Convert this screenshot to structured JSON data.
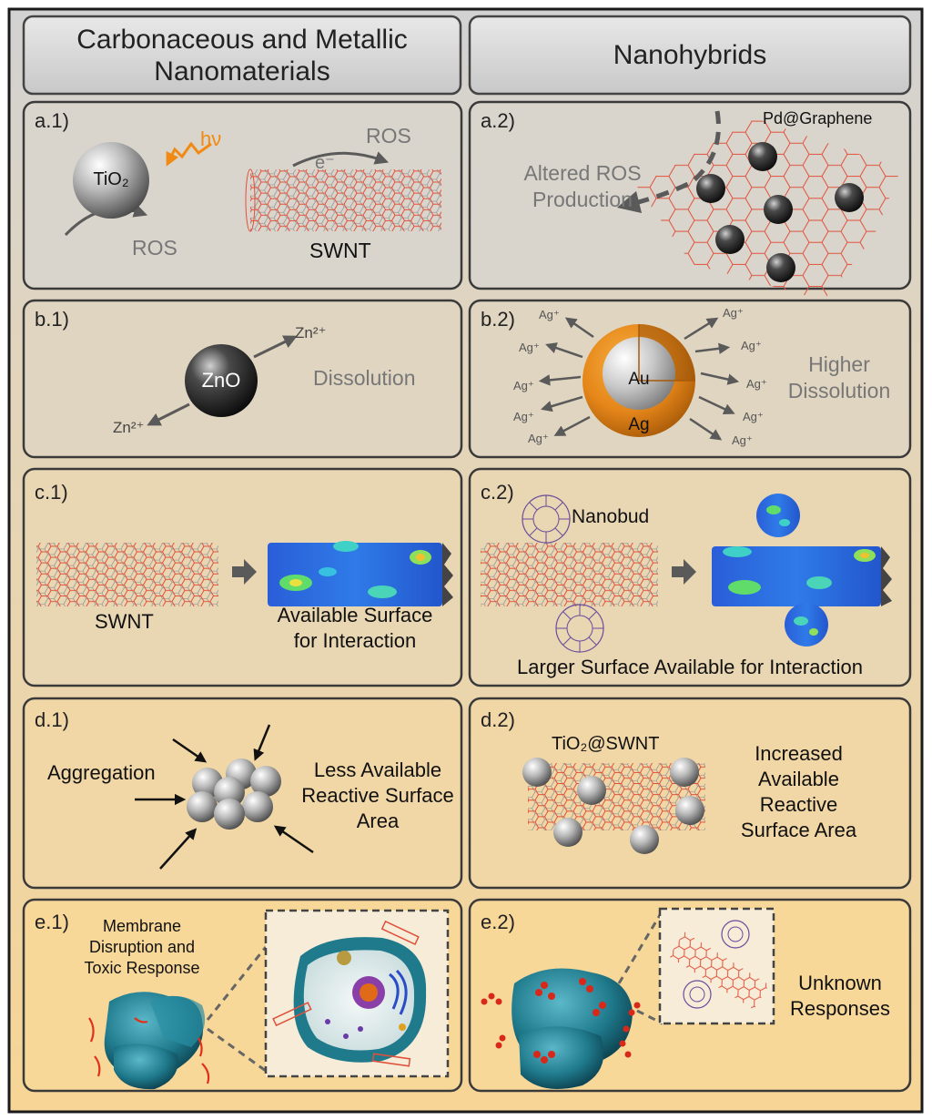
{
  "headers": {
    "left": "Carbonaceous and Metallic Nanomaterials",
    "right": "Nanohybrids"
  },
  "panels": {
    "a1": {
      "tag": "a.1)",
      "particle": "TiO₂",
      "photon": "hν",
      "electron": "e⁻",
      "ros_top": "ROS",
      "ros_bottom": "ROS",
      "tube": "SWNT"
    },
    "a2": {
      "tag": "a.2)",
      "material": "Pd@Graphene",
      "text": "Altered ROS Production"
    },
    "b1": {
      "tag": "b.1)",
      "particle": "ZnO",
      "ion_top": "Zn²⁺",
      "ion_bottom": "Zn²⁺",
      "text": "Dissolution"
    },
    "b2": {
      "tag": "b.2)",
      "core": "Au",
      "shell": "Ag",
      "ion": "Ag⁺",
      "text": "Higher Dissolution"
    },
    "c1": {
      "tag": "c.1)",
      "tube": "SWNT",
      "text": "Available Surface for Interaction"
    },
    "c2": {
      "tag": "c.2)",
      "material": "Nanobud",
      "text": "Larger Surface Available for Interaction"
    },
    "d1": {
      "tag": "d.1)",
      "left_text": "Aggregation",
      "right_text": "Less Available Reactive Surface Area"
    },
    "d2": {
      "tag": "d.2)",
      "material": "TiO₂@SWNT",
      "text": "Increased Available Reactive Surface Area"
    },
    "e1": {
      "tag": "e.1)",
      "text": "Membrane Disruption and Toxic Response"
    },
    "e2": {
      "tag": "e.2)",
      "text": "Unknown Responses"
    }
  },
  "colors": {
    "tube": "#e0503a",
    "fullerene": "#6a4c9c",
    "shell": "#e88a1e",
    "cell": "#1f7a8c",
    "photon": "#f08a12",
    "arrow": "#5a5a5a"
  }
}
